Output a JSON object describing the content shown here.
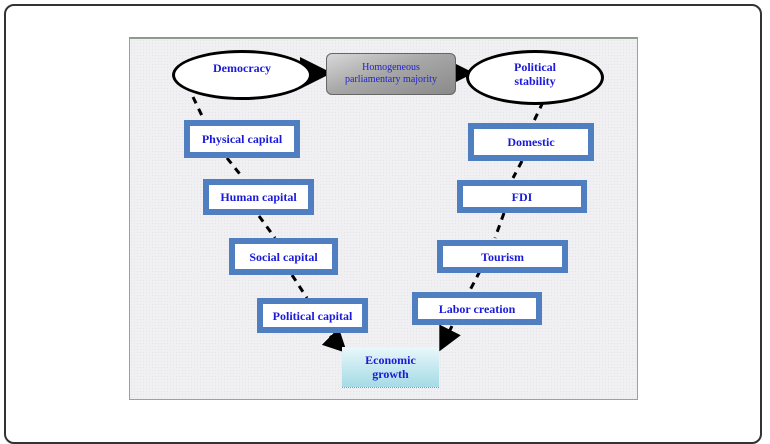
{
  "diagram": {
    "top_row": {
      "democracy": "Democracy",
      "majority_line1": "Homogeneous",
      "majority_line2": "parliamentary majority",
      "stability_line1": "Political",
      "stability_line2": "stability"
    },
    "left_branch": [
      "Physical capital",
      "Human capital",
      "Social capital",
      "Political capital"
    ],
    "right_branch": [
      "Domestic",
      "FDI",
      "Tourism",
      "Labor creation"
    ],
    "outcome_line1": "Economic",
    "outcome_line2": "growth"
  }
}
